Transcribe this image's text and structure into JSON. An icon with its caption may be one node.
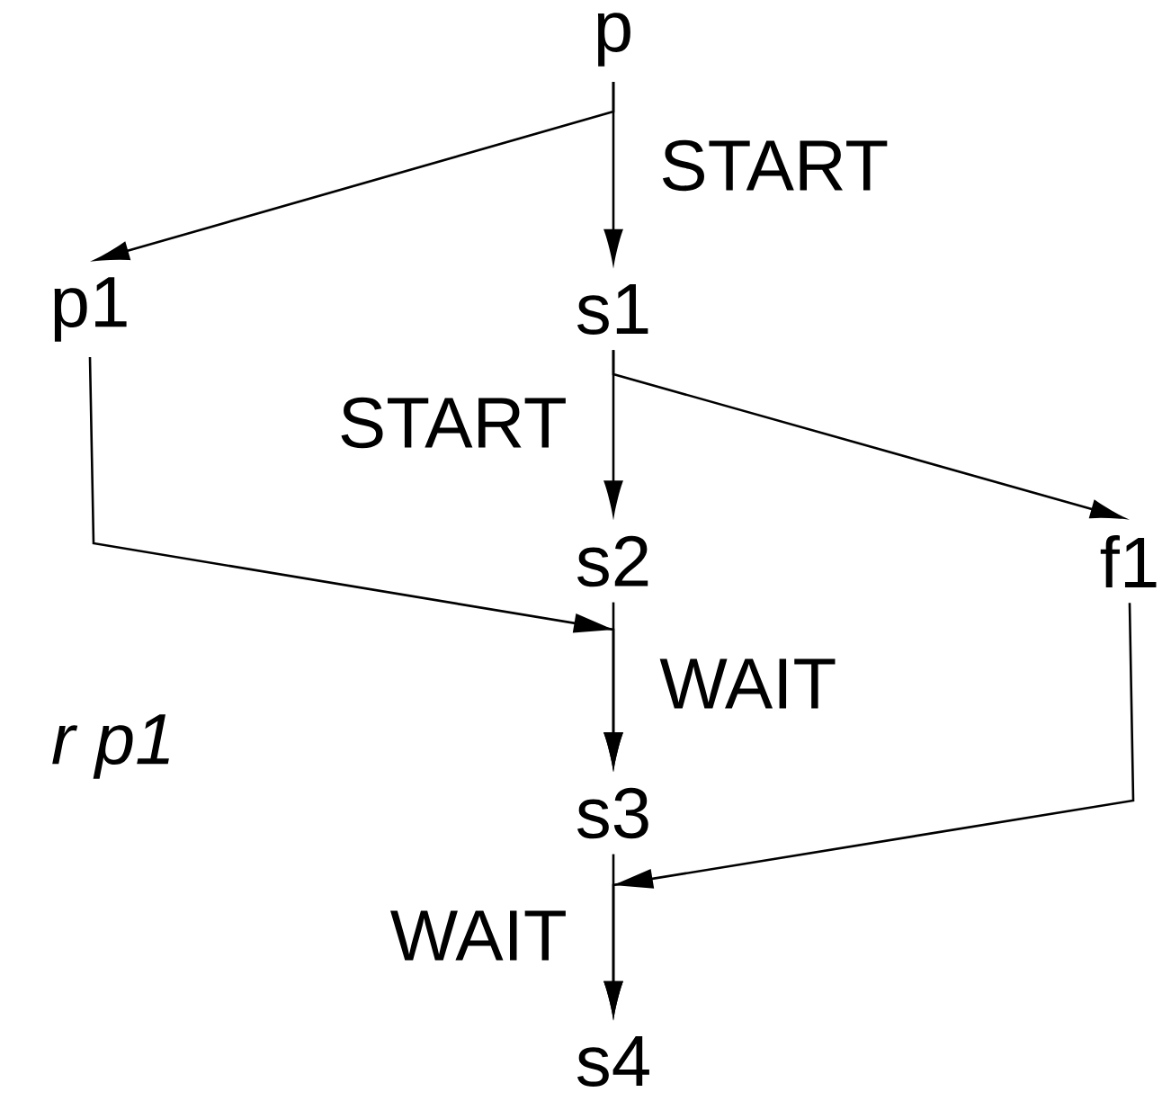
{
  "diagram": {
    "nodes": [
      {
        "text": [
          "p"
        ]
      },
      {
        "text": [
          "p1"
        ]
      },
      {
        "text": [
          "s1"
        ]
      },
      {
        "text": [
          "s2"
        ]
      },
      {
        "text": [
          "f1"
        ]
      },
      {
        "text": [
          "s3"
        ]
      },
      {
        "text": [
          "s4"
        ]
      }
    ],
    "edges": [
      {
        "from": 0,
        "to": 1,
        "arrow": "to"
      },
      {
        "from": 0,
        "to": 2,
        "arrow": "to",
        "label": "START"
      },
      {
        "from": 2,
        "to": 3,
        "arrow": "to",
        "label": "START"
      },
      {
        "from": 2,
        "to": 4,
        "arrow": "to"
      },
      {
        "from": 1,
        "to": 5,
        "arrow": "to"
      },
      {
        "from": 3,
        "to": 5,
        "arrow": "to",
        "label": "WAIT"
      },
      {
        "from": 4,
        "to": 6,
        "arrow": "to"
      },
      {
        "from": 5,
        "to": 6,
        "arrow": "to",
        "label": "WAIT"
      }
    ],
    "labels": [
      "r p1"
    ]
  }
}
